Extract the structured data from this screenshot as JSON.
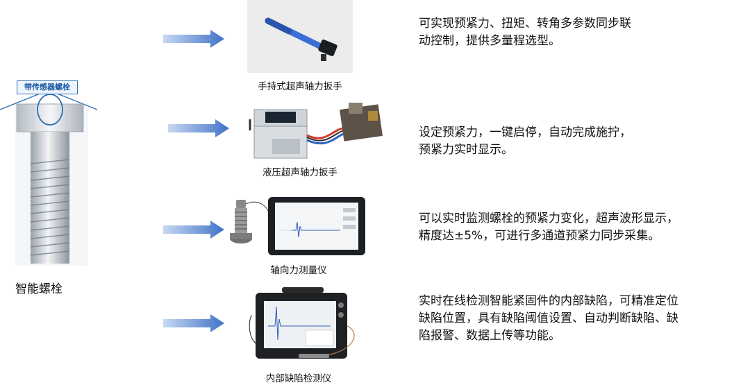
{
  "bolt": {
    "sensor_tag": "带传感器螺栓",
    "caption": "智能螺栓",
    "accent": "#2c6fb3"
  },
  "products": [
    {
      "caption": "手持式超声轴力扳手",
      "description": "可实现预紧力、扭矩、转角多参数同步联\n动控制，提供多量程选型。"
    },
    {
      "caption": "液压超声轴力扳手",
      "description": "设定预紧力，一键启停，自动完成施拧，\n预紧力实时显示。"
    },
    {
      "caption": "轴向力测量仪",
      "description": "可以实时监测螺栓的预紧力变化，超声波形显示，\n精度达±5%，可进行多通道预紧力同步采集。"
    },
    {
      "caption": "内部缺陷检测仪",
      "description": "实时在线检测智能紧固件的内部缺陷，可精准定位\n缺陷位置，具有缺陷阈值设置、自动判断缺陷、缺\n陷报警、数据上传等功能。"
    }
  ],
  "colors": {
    "arrow": "#3f73c8",
    "wrench": "#3a6fd6",
    "screen": "#1a2430"
  }
}
